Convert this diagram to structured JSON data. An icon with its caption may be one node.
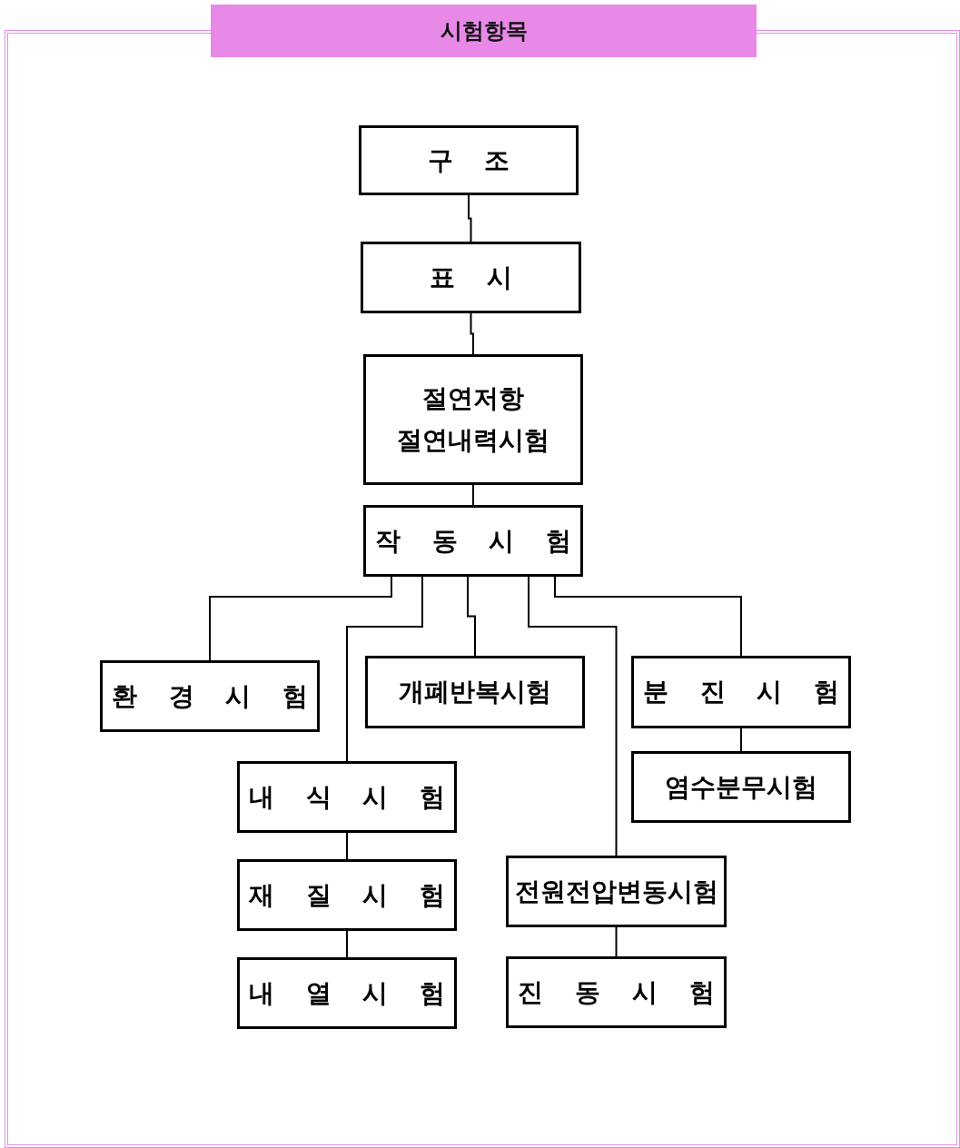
{
  "diagram": {
    "title": "시험항목",
    "nodes": [
      {
        "text": [
          "구 조"
        ]
      },
      {
        "text": [
          "표 시"
        ]
      },
      {
        "text": [
          "절연저항",
          "절연내력시험"
        ]
      },
      {
        "text": [
          "작 동 시 험"
        ]
      },
      {
        "text": [
          "환 경 시 험"
        ]
      },
      {
        "text": [
          "개폐반복시험"
        ]
      },
      {
        "text": [
          "분 진 시 험"
        ]
      },
      {
        "text": [
          "염수분무시험"
        ]
      },
      {
        "text": [
          "내 식 시 험"
        ]
      },
      {
        "text": [
          "재 질 시 험"
        ]
      },
      {
        "text": [
          "내 열 시 험"
        ]
      },
      {
        "text": [
          "전원전압변동시험"
        ]
      },
      {
        "text": [
          "진 동 시 험"
        ]
      }
    ],
    "edges": [
      {
        "from": 0,
        "to": 1,
        "arrow": "none"
      },
      {
        "from": 1,
        "to": 2,
        "arrow": "none"
      },
      {
        "from": 2,
        "to": 3,
        "arrow": "none"
      },
      {
        "from": 3,
        "to": 4,
        "arrow": "none"
      },
      {
        "from": 3,
        "to": 8,
        "arrow": "none"
      },
      {
        "from": 3,
        "to": 5,
        "arrow": "none"
      },
      {
        "from": 3,
        "to": 11,
        "arrow": "none"
      },
      {
        "from": 3,
        "to": 6,
        "arrow": "none"
      },
      {
        "from": 6,
        "to": 7,
        "arrow": "none"
      },
      {
        "from": 8,
        "to": 9,
        "arrow": "none"
      },
      {
        "from": 9,
        "to": 10,
        "arrow": "none"
      },
      {
        "from": 11,
        "to": 12,
        "arrow": "none"
      }
    ]
  }
}
